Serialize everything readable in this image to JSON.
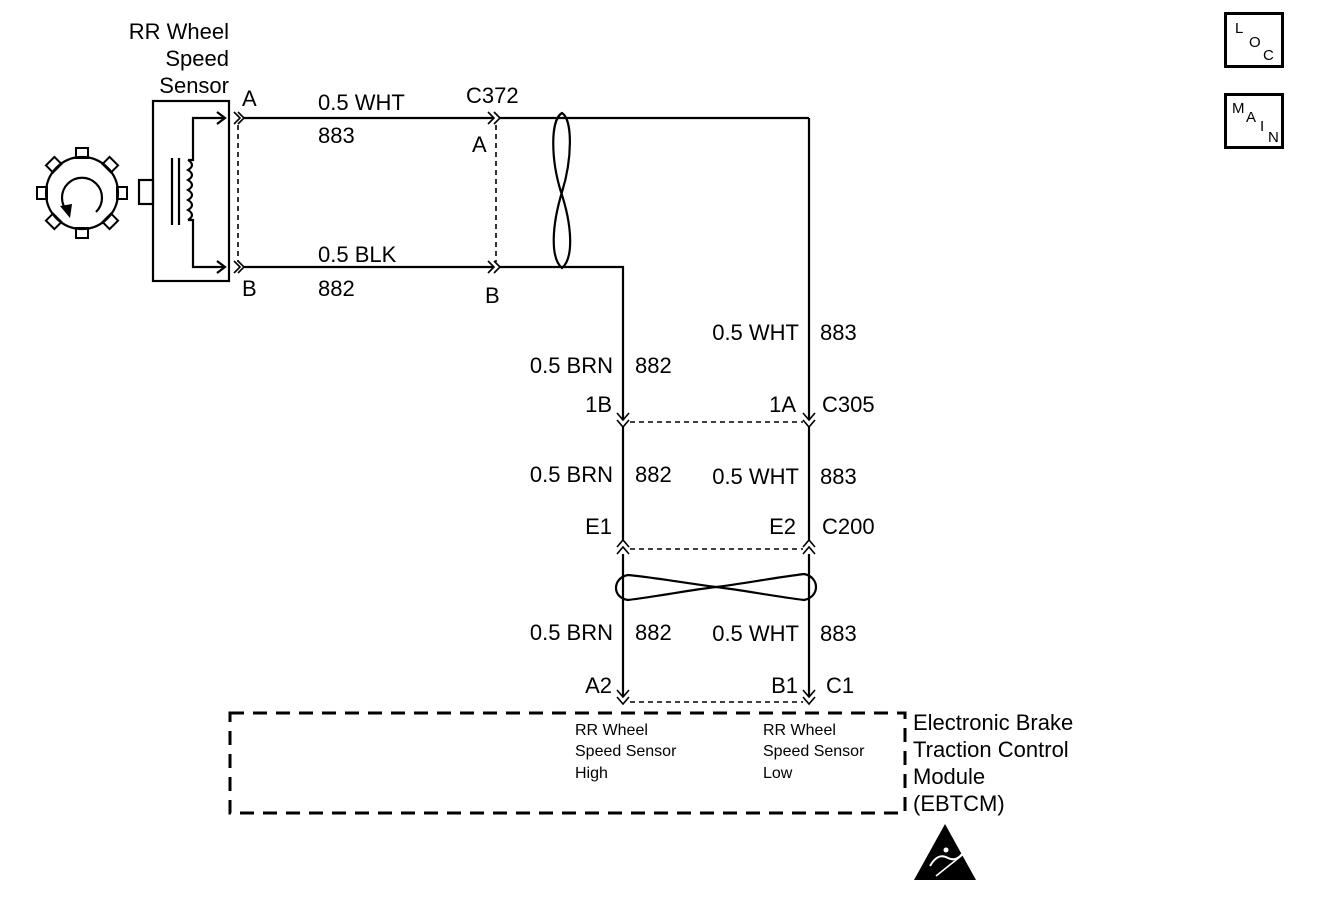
{
  "nav": {
    "loc": [
      "L",
      "O",
      "C"
    ],
    "main": [
      "M",
      "A",
      "I",
      "N"
    ]
  },
  "sensor": {
    "name_lines": [
      "RR Wheel",
      "Speed",
      "Sensor"
    ],
    "pin_a": "A",
    "pin_b": "B"
  },
  "wires": {
    "top_size_color": "0.5 WHT",
    "top_circuit": "883",
    "bottom_size_color": "0.5 BLK",
    "bottom_circuit": "882"
  },
  "connectors": {
    "c372": {
      "name": "C372",
      "pin_a": "A",
      "pin_b": "B"
    },
    "c305": {
      "name": "C305",
      "left_pin": "1B",
      "right_pin": "1A"
    },
    "c200": {
      "name": "C200",
      "left_pin": "E1",
      "right_pin": "E2"
    },
    "module_pins": {
      "left": "A2",
      "right": "B1",
      "connector": "C1"
    }
  },
  "segments": {
    "right_upper": {
      "size_color": "0.5 WHT",
      "circuit": "883"
    },
    "left_upper": {
      "size_color": "0.5 BRN",
      "circuit": "882"
    },
    "left_mid": {
      "size_color": "0.5 BRN",
      "circuit": "882"
    },
    "right_mid": {
      "size_color": "0.5 WHT",
      "circuit": "883"
    },
    "left_low": {
      "size_color": "0.5 BRN",
      "circuit": "882"
    },
    "right_low": {
      "size_color": "0.5 WHT",
      "circuit": "883"
    }
  },
  "module": {
    "name_lines": [
      "Electronic Brake",
      "Traction Control",
      "Module",
      "(EBTCM)"
    ],
    "pin_left_lines": [
      "RR Wheel",
      "Speed Sensor",
      "High"
    ],
    "pin_right_lines": [
      "RR Wheel",
      "Speed Sensor",
      "Low"
    ]
  },
  "icons": {
    "esd": "esd-warning-icon",
    "tone_wheel": "tone-wheel-icon",
    "coil": "sensor-coil-icon"
  }
}
